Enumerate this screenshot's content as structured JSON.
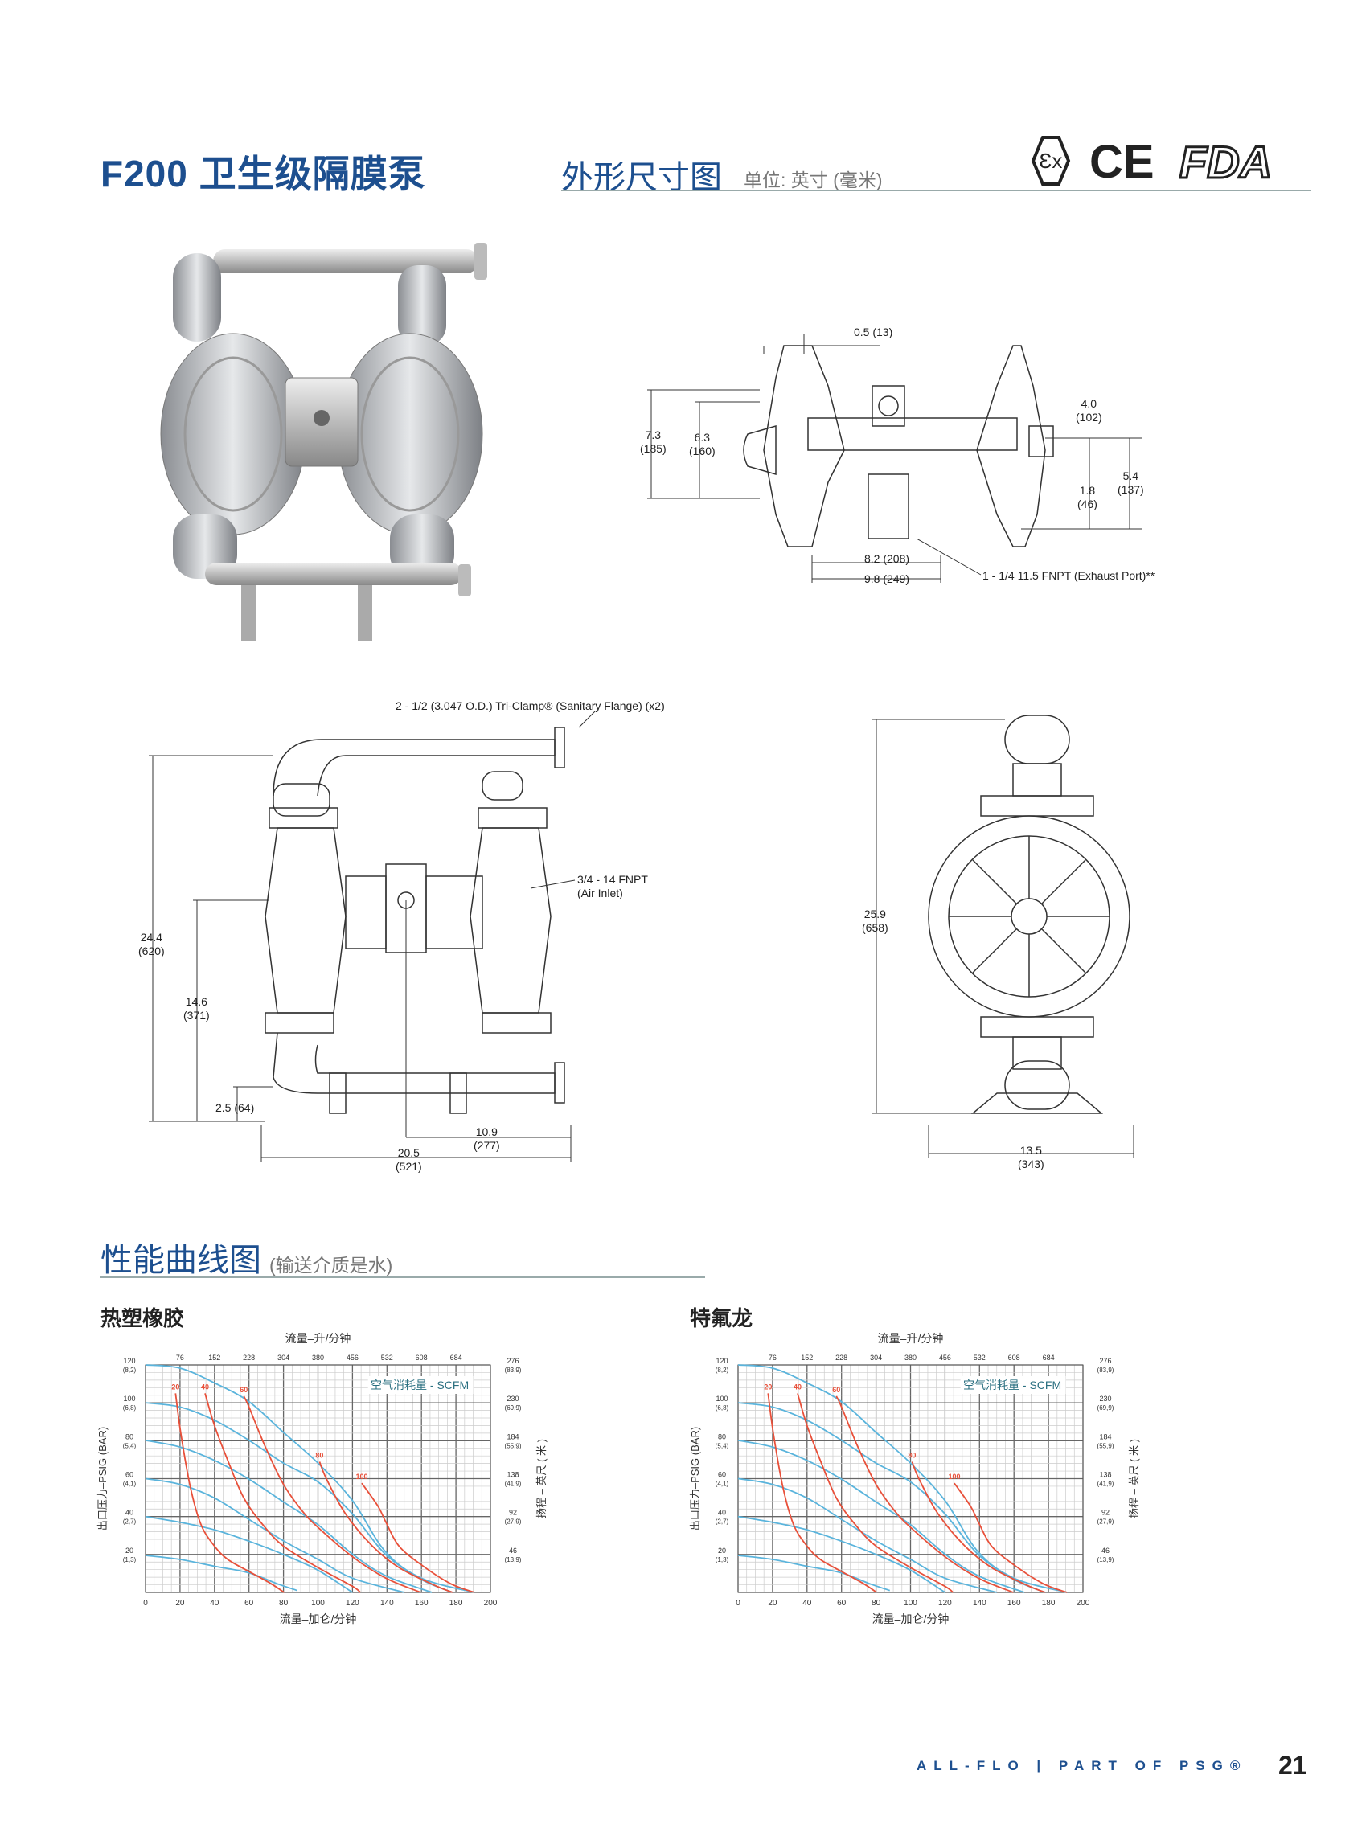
{
  "header": {
    "title": "F200 卫生级隔膜泵",
    "dimensions_title": "外形尺寸图",
    "unit_label": "单位:  英寸 (毫米)",
    "logos": [
      "Ex",
      "CE",
      "FDA"
    ]
  },
  "dimensions": {
    "top_view": {
      "d_0_5": "0.5 (13)",
      "d_7_3": [
        "7.3",
        "(185)"
      ],
      "d_6_3": [
        "6.3",
        "(160)"
      ],
      "d_4_0": [
        "4.0",
        "(102)"
      ],
      "d_5_4": [
        "5.4",
        "(137)"
      ],
      "d_1_8": [
        "1.8",
        "(46)"
      ],
      "d_8_2": "8.2 (208)",
      "d_9_8": "9.8 (249)",
      "exhaust": "1 - 1/4 11.5 FNPT (Exhaust Port)**"
    },
    "front_view": {
      "flange": "2 - 1/2 (3.047 O.D.) Tri-Clamp® (Sanitary Flange) (x2)",
      "air_inlet": [
        "3/4 - 14 FNPT",
        "(Air Inlet)"
      ],
      "d_24_4": [
        "24.4",
        "(620)"
      ],
      "d_14_6": [
        "14.6",
        "(371)"
      ],
      "d_2_5": "2.5 (64)",
      "d_20_5": [
        "20.5",
        "(521)"
      ],
      "d_10_9": [
        "10.9",
        "(277)"
      ]
    },
    "side_view": {
      "d_25_9": [
        "25.9",
        "(658)"
      ],
      "d_13_5": [
        "13.5",
        "(343)"
      ]
    }
  },
  "performance": {
    "title": "性能曲线图",
    "subtitle": "(输送介质是水)"
  },
  "chart_data": [
    {
      "type": "line",
      "title": "热塑橡胶",
      "x_top_label": "流量–升/分钟",
      "xlabel": "流量–加仑/分钟",
      "ylabel": "出口压力–PSIG (BAR)",
      "ylabel_right": "扬程 – 英尺 ( 米 )",
      "legend": "空气消耗量 - SCFM",
      "xlim": [
        0,
        200
      ],
      "ylim": [
        0,
        120
      ],
      "x_ticks": [
        0,
        20,
        40,
        60,
        80,
        100,
        120,
        140,
        160,
        180,
        200
      ],
      "x_top_ticks": [
        {
          "x": 20,
          "label": "76"
        },
        {
          "x": 40,
          "label": "152"
        },
        {
          "x": 60,
          "label": "228"
        },
        {
          "x": 80,
          "label": "304"
        },
        {
          "x": 100,
          "label": "380"
        },
        {
          "x": 120,
          "label": "456"
        },
        {
          "x": 140,
          "label": "532"
        },
        {
          "x": 160,
          "label": "608"
        },
        {
          "x": 180,
          "label": "684"
        }
      ],
      "y_ticks": [
        {
          "y": 120,
          "label": "120",
          "sub": "(8,2)"
        },
        {
          "y": 100,
          "label": "100",
          "sub": "(6,8)"
        },
        {
          "y": 80,
          "label": "80",
          "sub": "(5,4)"
        },
        {
          "y": 60,
          "label": "60",
          "sub": "(4,1)"
        },
        {
          "y": 40,
          "label": "40",
          "sub": "(2,7)"
        },
        {
          "y": 20,
          "label": "20",
          "sub": "(1,3)"
        }
      ],
      "y_right_ticks": [
        {
          "y": 120,
          "label": "276",
          "sub": "(83,9)"
        },
        {
          "y": 100,
          "label": "230",
          "sub": "(69,9)"
        },
        {
          "y": 80,
          "label": "184",
          "sub": "(55,9)"
        },
        {
          "y": 60,
          "label": "138",
          "sub": "(41,9)"
        },
        {
          "y": 40,
          "label": "92",
          "sub": "(27,9)"
        },
        {
          "y": 20,
          "label": "46",
          "sub": "(13,9)"
        }
      ],
      "pressure_curves": [
        {
          "name": "120 psi",
          "points": [
            [
              0,
              120
            ],
            [
              20,
              118.3
            ],
            [
              40,
              110.5
            ],
            [
              60,
              100.6
            ],
            [
              80,
              84.4
            ],
            [
              100,
              68.2
            ],
            [
              120,
              48.4
            ],
            [
              139,
              21.6
            ],
            [
              160,
              7.5
            ],
            [
              190.7,
              0
            ]
          ]
        },
        {
          "name": "100 psi",
          "points": [
            [
              0,
              100
            ],
            [
              20,
              97.8
            ],
            [
              40,
              90.8
            ],
            [
              60,
              80.2
            ],
            [
              80,
              68.2
            ],
            [
              100,
              58.3
            ],
            [
              120,
              41.4
            ],
            [
              139,
              20.2
            ],
            [
              160,
              6.8
            ],
            [
              178,
              0
            ]
          ]
        },
        {
          "name": "80 psi",
          "points": [
            [
              0,
              80.2
            ],
            [
              20,
              76.7
            ],
            [
              40,
              69.6
            ],
            [
              60,
              59.7
            ],
            [
              80,
              47.7
            ],
            [
              100,
              35.7
            ],
            [
              120,
              20.2
            ],
            [
              139,
              8.9
            ],
            [
              166,
              0
            ]
          ]
        },
        {
          "name": "60 psi",
          "points": [
            [
              0,
              60
            ],
            [
              20,
              57
            ],
            [
              40,
              49.8
            ],
            [
              60,
              38.5
            ],
            [
              80,
              27.2
            ],
            [
              100,
              17.4
            ],
            [
              120,
              7.5
            ],
            [
              150,
              0
            ]
          ]
        },
        {
          "name": "40 psi",
          "points": [
            [
              0,
              40
            ],
            [
              20,
              37
            ],
            [
              40,
              33
            ],
            [
              60,
              27
            ],
            [
              80,
              20
            ],
            [
              100,
              11.7
            ],
            [
              120,
              0
            ]
          ]
        },
        {
          "name": "20 psi",
          "points": [
            [
              0,
              19.5
            ],
            [
              20,
              17.4
            ],
            [
              40,
              13.8
            ],
            [
              60,
              10.3
            ],
            [
              76,
              4.7
            ],
            [
              88,
              1
            ]
          ]
        }
      ],
      "air_curves": [
        {
          "name": "20",
          "points": [
            [
              17.4,
              105
            ],
            [
              20.5,
              83.7
            ],
            [
              26,
              55.5
            ],
            [
              32.2,
              35.7
            ],
            [
              40,
              24.4
            ],
            [
              47.7,
              17.4
            ],
            [
              60,
              11
            ],
            [
              72.6,
              4.7
            ],
            [
              80.4,
              0
            ]
          ]
        },
        {
          "name": "40",
          "points": [
            [
              34.5,
              105
            ],
            [
              40,
              88
            ],
            [
              47.7,
              69.6
            ],
            [
              57,
              49.8
            ],
            [
              68,
              35.7
            ],
            [
              80,
              24.4
            ],
            [
              100,
              13.1
            ],
            [
              120,
              3.2
            ],
            [
              124.6,
              0
            ]
          ]
        },
        {
          "name": "60",
          "points": [
            [
              57,
              103.5
            ],
            [
              60,
              97.8
            ],
            [
              69.5,
              76.7
            ],
            [
              80,
              57
            ],
            [
              91,
              42.8
            ],
            [
              100,
              34.3
            ],
            [
              120,
              18.8
            ],
            [
              139.4,
              7.5
            ],
            [
              159.6,
              0
            ]
          ]
        },
        {
          "name": "80",
          "points": [
            [
              100.9,
              68.9
            ],
            [
              105,
              59.7
            ],
            [
              116,
              41.4
            ],
            [
              131.6,
              24.4
            ],
            [
              147,
              13.1
            ],
            [
              167,
              4
            ],
            [
              178,
              0
            ]
          ]
        },
        {
          "name": "100",
          "points": [
            [
              125.4,
              57.6
            ],
            [
              134.7,
              45.6
            ],
            [
              139.4,
              37
            ],
            [
              147,
              24.4
            ],
            [
              160,
              14.5
            ],
            [
              176.7,
              4.7
            ],
            [
              190.7,
              0
            ]
          ]
        }
      ],
      "colors": {
        "pressure": "#5ab4dc",
        "air": "#e8503a",
        "grid_major": "#666666",
        "grid_minor": "#cccccc"
      }
    },
    {
      "type": "line",
      "title": "特氟龙",
      "same_as": 0
    }
  ],
  "footer": {
    "brand": "ALL-FLO | PART OF PSG®",
    "page": "21"
  }
}
